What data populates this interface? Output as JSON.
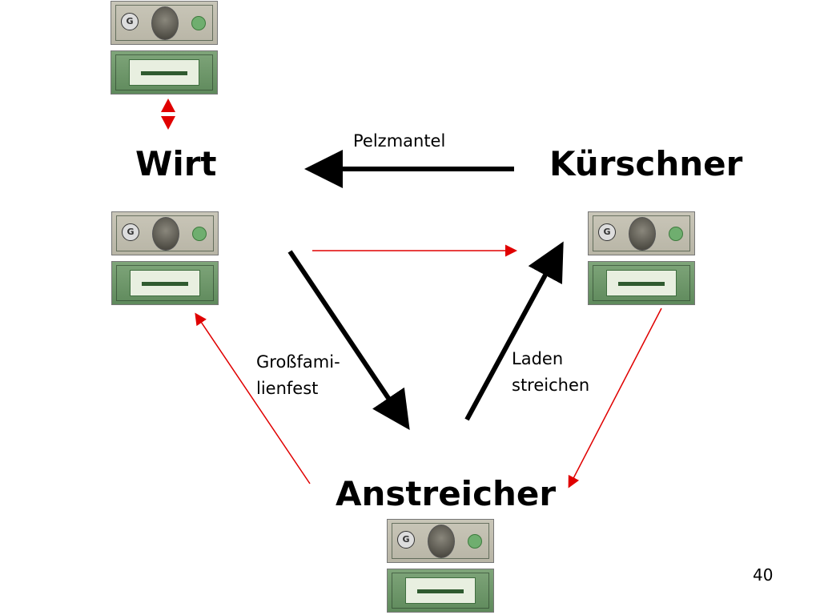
{
  "nodes": {
    "wirt": "Wirt",
    "kuerschner": "Kürschner",
    "anstreicher": "Anstreicher"
  },
  "edges": {
    "pelzmantel": "Pelzmantel",
    "grossfamilienfest_line1": "Großfami-",
    "grossfamilienfest_line2": "lienfest",
    "laden_line1": "Laden",
    "laden_line2": "streichen"
  },
  "page_number": "40",
  "colors": {
    "service_arrow": "#000000",
    "money_arrow": "#e00000",
    "bill_back": "#5f8a5c",
    "bill_front": "#c9c6b8"
  },
  "icons": [
    "banknote-icon",
    "double-arrow-icon"
  ]
}
